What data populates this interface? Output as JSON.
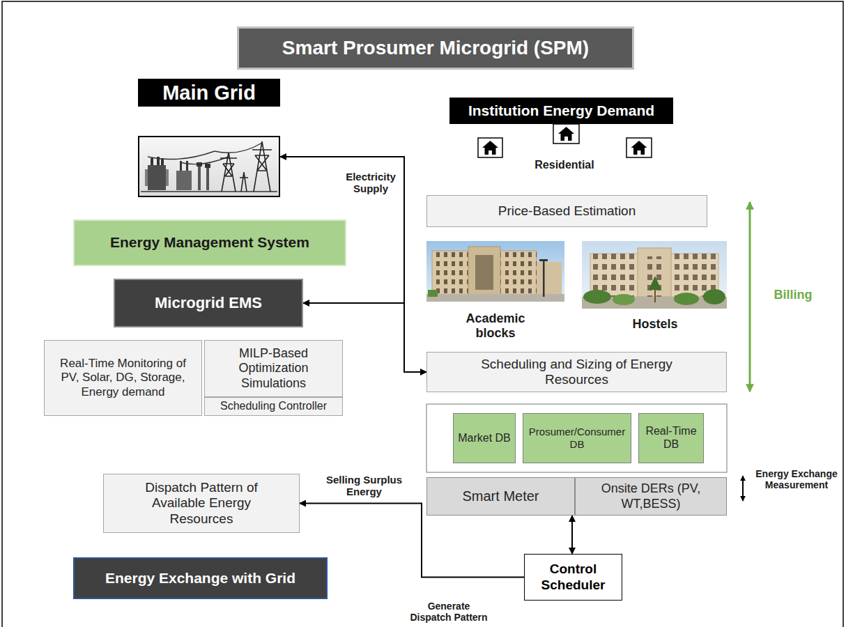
{
  "diagram": {
    "title": "Smart Prosumer Microgrid (SPM)",
    "nodes": [
      {
        "text": [
          "Main Grid"
        ]
      },
      {
        "text": [
          "Institution Energy Demand"
        ]
      },
      {
        "text": [
          "Price-Based Estimation"
        ]
      },
      {
        "text": [
          "Energy Management System"
        ]
      },
      {
        "text": [
          "Microgrid EMS"
        ]
      },
      {
        "text": [
          "Real-Time Monitoring of PV, Solar, DG, Storage, Energy demand"
        ]
      },
      {
        "text": [
          "MILP-Based Optimization Simulations"
        ]
      },
      {
        "text": [
          "Scheduling Controller"
        ]
      },
      {
        "text": [
          "Scheduling and Sizing of Energy Resources"
        ]
      },
      {
        "text": [
          "Market DB"
        ]
      },
      {
        "text": [
          "Prosumer/Consumer DB"
        ]
      },
      {
        "text": [
          "Real-Time DB"
        ]
      },
      {
        "text": [
          "Dispatch Pattern of Available Energy Resources"
        ]
      },
      {
        "text": [
          "Smart Meter"
        ]
      },
      {
        "text": [
          "Onsite DERs (PV, WT,BESS)"
        ]
      },
      {
        "text": [
          "Energy Exchange with Grid"
        ]
      },
      {
        "text": [
          "Control Scheduler"
        ]
      }
    ],
    "edges": [
      {
        "from": 8,
        "to": 0,
        "arrow": "both",
        "label": "Electricity Supply"
      },
      {
        "from": 8,
        "to": 4,
        "arrow": "to"
      },
      {
        "from": 16,
        "to": 13,
        "arrow": "both"
      },
      {
        "from": 16,
        "to": 12,
        "arrow": "to",
        "label": "Selling Surplus Energy"
      }
    ],
    "labels": [
      "Residential",
      "Academic blocks",
      "Hostels",
      "Billing",
      "Energy Exchange Measurement",
      "Generate Dispatch Pattern"
    ]
  }
}
